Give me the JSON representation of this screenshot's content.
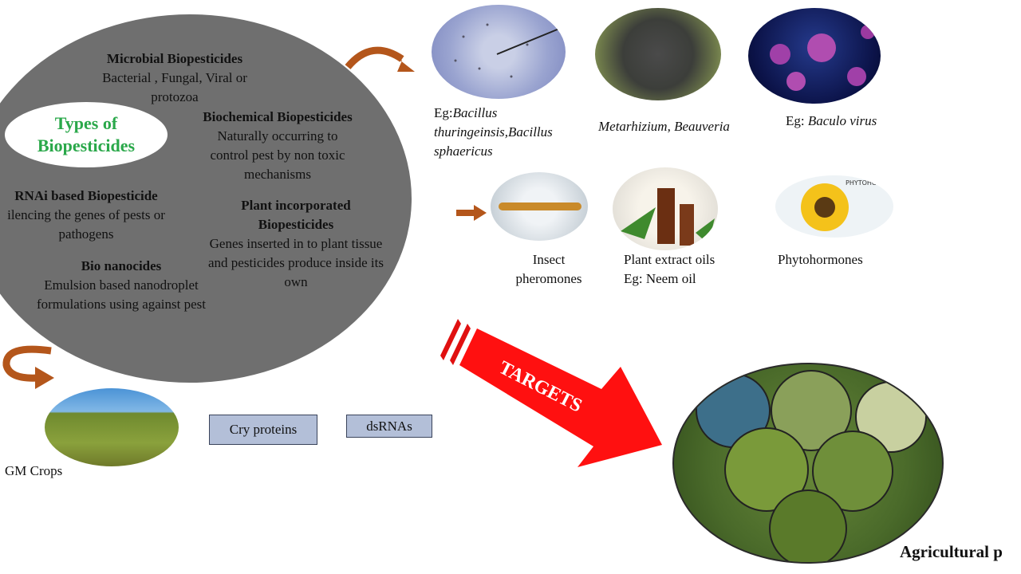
{
  "diagram": {
    "title_line1": "Types of",
    "title_line2": "Biopesticides",
    "types": [
      {
        "heading": "Microbial Biopesticides",
        "desc1": "Bacterial  , Fungal, Viral or",
        "desc2": "protozoa"
      },
      {
        "heading": "Biochemical  Biopesticides",
        "desc1": "Naturally occurring to",
        "desc2": "control pest by non toxic",
        "desc3": "mechanisms"
      },
      {
        "heading": "RNAi based Biopesticide",
        "desc1": "ilencing the genes of pests or",
        "desc2": "pathogens"
      },
      {
        "heading_line1": "Plant incorporated",
        "heading_line2": "Biopesticides",
        "desc1": "Genes inserted in to plant tissue",
        "desc2": "and pesticides produce inside its",
        "desc3": "own"
      },
      {
        "heading": "Bio nanocides",
        "desc1": "Emulsion based nanodroplet",
        "desc2": "formulations using against pest"
      }
    ],
    "microbial_examples": [
      {
        "prefix": "Eg:",
        "italic1": "Bacillus",
        "italic2": "thuringeinsis,Bacillus",
        "italic3": "sphaericus"
      },
      {
        "italic": "Metarhizium, Beauveria"
      },
      {
        "prefix": "Eg: ",
        "italic": "Baculo virus"
      }
    ],
    "biochemical_examples": [
      {
        "line1": "Insect",
        "line2": "pheromones"
      },
      {
        "line1": "Plant extract oils",
        "line2": "Eg: Neem oil"
      },
      {
        "line1": "Phytohormones"
      }
    ],
    "phyto_label": "PHYTOHORMONES",
    "gm_label": "GM Crops",
    "boxes": [
      "Cry proteins",
      "dsRNAs"
    ],
    "targets_label": "TARGETS",
    "target_caption": "Agricultural p",
    "colors": {
      "circle": "#6f6f6f",
      "title": "#2aa84a",
      "arrow": "#b4561b",
      "targets": "#ff1010",
      "box": "#b3bfd8"
    }
  }
}
